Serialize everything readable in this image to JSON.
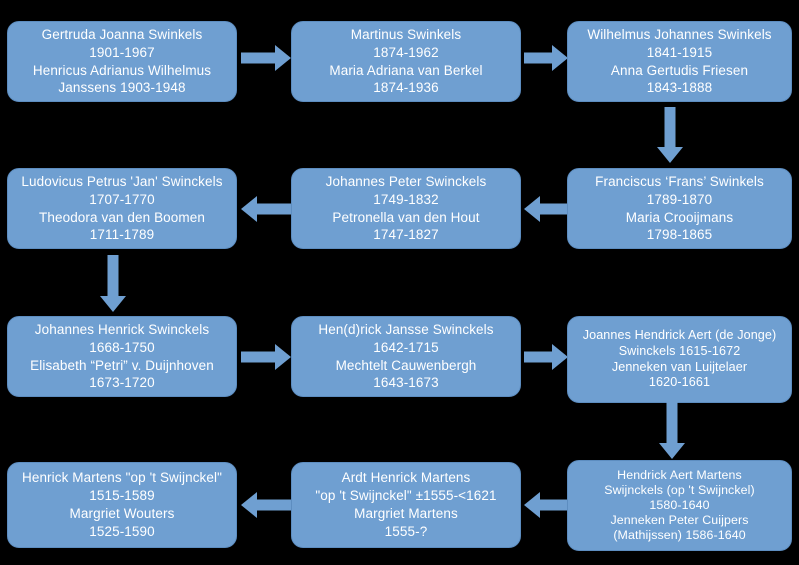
{
  "diagram": {
    "title": "Swinkels / Swinckels ancestry chart",
    "accent_color": "#6f9fd1",
    "border_color": "#5d8dc0",
    "background_color": "#000000",
    "text_color": "#ffffff",
    "nodes": [
      {
        "id": "gen1",
        "lines": [
          "Gertruda Joanna Swinkels",
          "1901-1967",
          "Henricus Adrianus Wilhelmus",
          "Janssens 1903-1948"
        ]
      },
      {
        "id": "gen2",
        "lines": [
          "Martinus Swinkels",
          "1874-1962",
          "Maria Adriana van Berkel",
          "1874-1936"
        ]
      },
      {
        "id": "gen3",
        "lines": [
          "Wilhelmus Johannes Swinkels",
          "1841-1915",
          "Anna Gertudis Friesen",
          "1843-1888"
        ]
      },
      {
        "id": "gen4",
        "lines": [
          "Franciscus ‘Frans’ Swinkels",
          "1789-1870",
          "Maria Crooijmans",
          "1798-1865"
        ]
      },
      {
        "id": "gen5",
        "lines": [
          "Johannes Peter Swinckels",
          "1749-1832",
          "Petronella van den Hout",
          "1747-1827"
        ]
      },
      {
        "id": "gen6",
        "lines": [
          "Ludovicus Petrus 'Jan' Swinckels",
          "1707-1770",
          "Theodora van den Boomen",
          "1711-1789"
        ]
      },
      {
        "id": "gen7",
        "lines": [
          "Johannes Henrick Swinckels",
          "1668-1750",
          "Elisabeth “Petri” v. Duijnhoven",
          "1673-1720"
        ]
      },
      {
        "id": "gen8",
        "lines": [
          "Hen(d)rick Jansse Swinckels",
          "1642-1715",
          "Mechtelt Cauwenbergh",
          "1643-1673"
        ]
      },
      {
        "id": "gen9",
        "lines": [
          "Joannes Hendrick Aert (de Jonge)",
          "Swinckels 1615-1672",
          "Jenneken van Luijtelaer",
          "1620-1661"
        ]
      },
      {
        "id": "gen10",
        "lines": [
          "Hendrick Aert Martens",
          "Swijnckels (op 't Swijnckel)",
          "1580-1640",
          "Jenneken Peter Cuijpers",
          "(Mathijssen) 1586-1640"
        ]
      },
      {
        "id": "gen11",
        "lines": [
          "Ardt Henrick Martens",
          "\"op 't Swijnckel\" ±1555-<1621",
          "Margriet Martens",
          "1555-?"
        ]
      },
      {
        "id": "gen12",
        "lines": [
          "Henrick Martens \"op 't Swijnckel\"",
          "1515-1589",
          "Margriet Wouters",
          "1525-1590"
        ]
      }
    ],
    "connectors": [
      {
        "id": "c1",
        "from": "gen1",
        "to": "gen2",
        "direction": "right"
      },
      {
        "id": "c2",
        "from": "gen2",
        "to": "gen3",
        "direction": "right"
      },
      {
        "id": "c3",
        "from": "gen3",
        "to": "gen4",
        "direction": "down"
      },
      {
        "id": "c4",
        "from": "gen4",
        "to": "gen5",
        "direction": "left"
      },
      {
        "id": "c5",
        "from": "gen5",
        "to": "gen6",
        "direction": "left"
      },
      {
        "id": "c6",
        "from": "gen6",
        "to": "gen7",
        "direction": "down"
      },
      {
        "id": "c7",
        "from": "gen7",
        "to": "gen8",
        "direction": "right"
      },
      {
        "id": "c8",
        "from": "gen8",
        "to": "gen9",
        "direction": "right"
      },
      {
        "id": "c9",
        "from": "gen9",
        "to": "gen10",
        "direction": "down"
      },
      {
        "id": "c10",
        "from": "gen10",
        "to": "gen11",
        "direction": "left"
      },
      {
        "id": "c11",
        "from": "gen11",
        "to": "gen12",
        "direction": "left"
      }
    ]
  }
}
